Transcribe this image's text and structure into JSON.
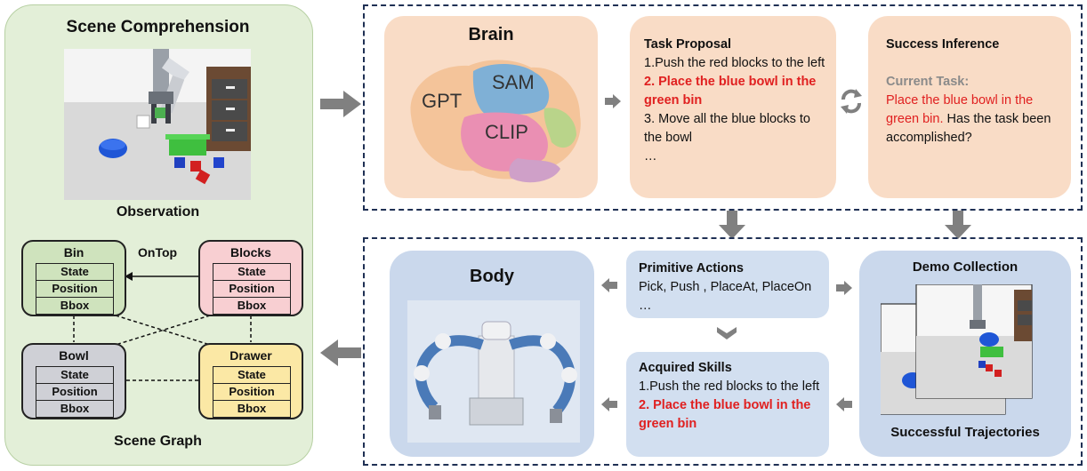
{
  "scene": {
    "title": "Scene Comprehension",
    "observation_label": "Observation",
    "graph_label": "Scene Graph",
    "edge_label": "OnTop",
    "nodes": {
      "bin": {
        "name": "Bin",
        "color": "#cfe3bd",
        "rows": [
          "State",
          "Position",
          "Bbox"
        ]
      },
      "blocks": {
        "name": "Blocks",
        "color": "#f8cfd2",
        "rows": [
          "State",
          "Position",
          "Bbox"
        ]
      },
      "bowl": {
        "name": "Bowl",
        "color": "#cfd0d6",
        "rows": [
          "State",
          "Position",
          "Bbox"
        ]
      },
      "drawer": {
        "name": "Drawer",
        "color": "#fbe8a5",
        "rows": [
          "State",
          "Position",
          "Bbox"
        ]
      }
    }
  },
  "brain": {
    "title": "Brain",
    "regions": {
      "gpt": "GPT",
      "sam": "SAM",
      "clip": "CLIP"
    }
  },
  "task_proposal": {
    "title": "Task Proposal",
    "item1": "1.Push the red blocks to the left",
    "item2": "2. Place the blue bowl in the green bin",
    "item3": "3. Move all the blue blocks to the bowl",
    "ellipsis": "…"
  },
  "success_inference": {
    "title": "Success Inference",
    "current_label": "Current Task:",
    "current_task": "Place the blue bowl in the green bin.",
    "question": "Has the task been accomplished?"
  },
  "body": {
    "title": "Body"
  },
  "primitive_actions": {
    "title": "Primitive Actions",
    "text": "Pick, Push , PlaceAt, PlaceOn …"
  },
  "acquired_skills": {
    "title": "Acquired Skills",
    "item1": "1.Push the red blocks to the left",
    "item2": "2. Place the blue bowl in the green bin"
  },
  "demo": {
    "title": "Demo Collection",
    "footer": "Successful Trajectories"
  },
  "colors": {
    "scene_bg": "#e3efd8",
    "brain_bg": "#f9dcc6",
    "body_bg": "#cad8ec",
    "frame": "#1f3054",
    "arrow": "#808080",
    "highlight": "#e02020"
  }
}
